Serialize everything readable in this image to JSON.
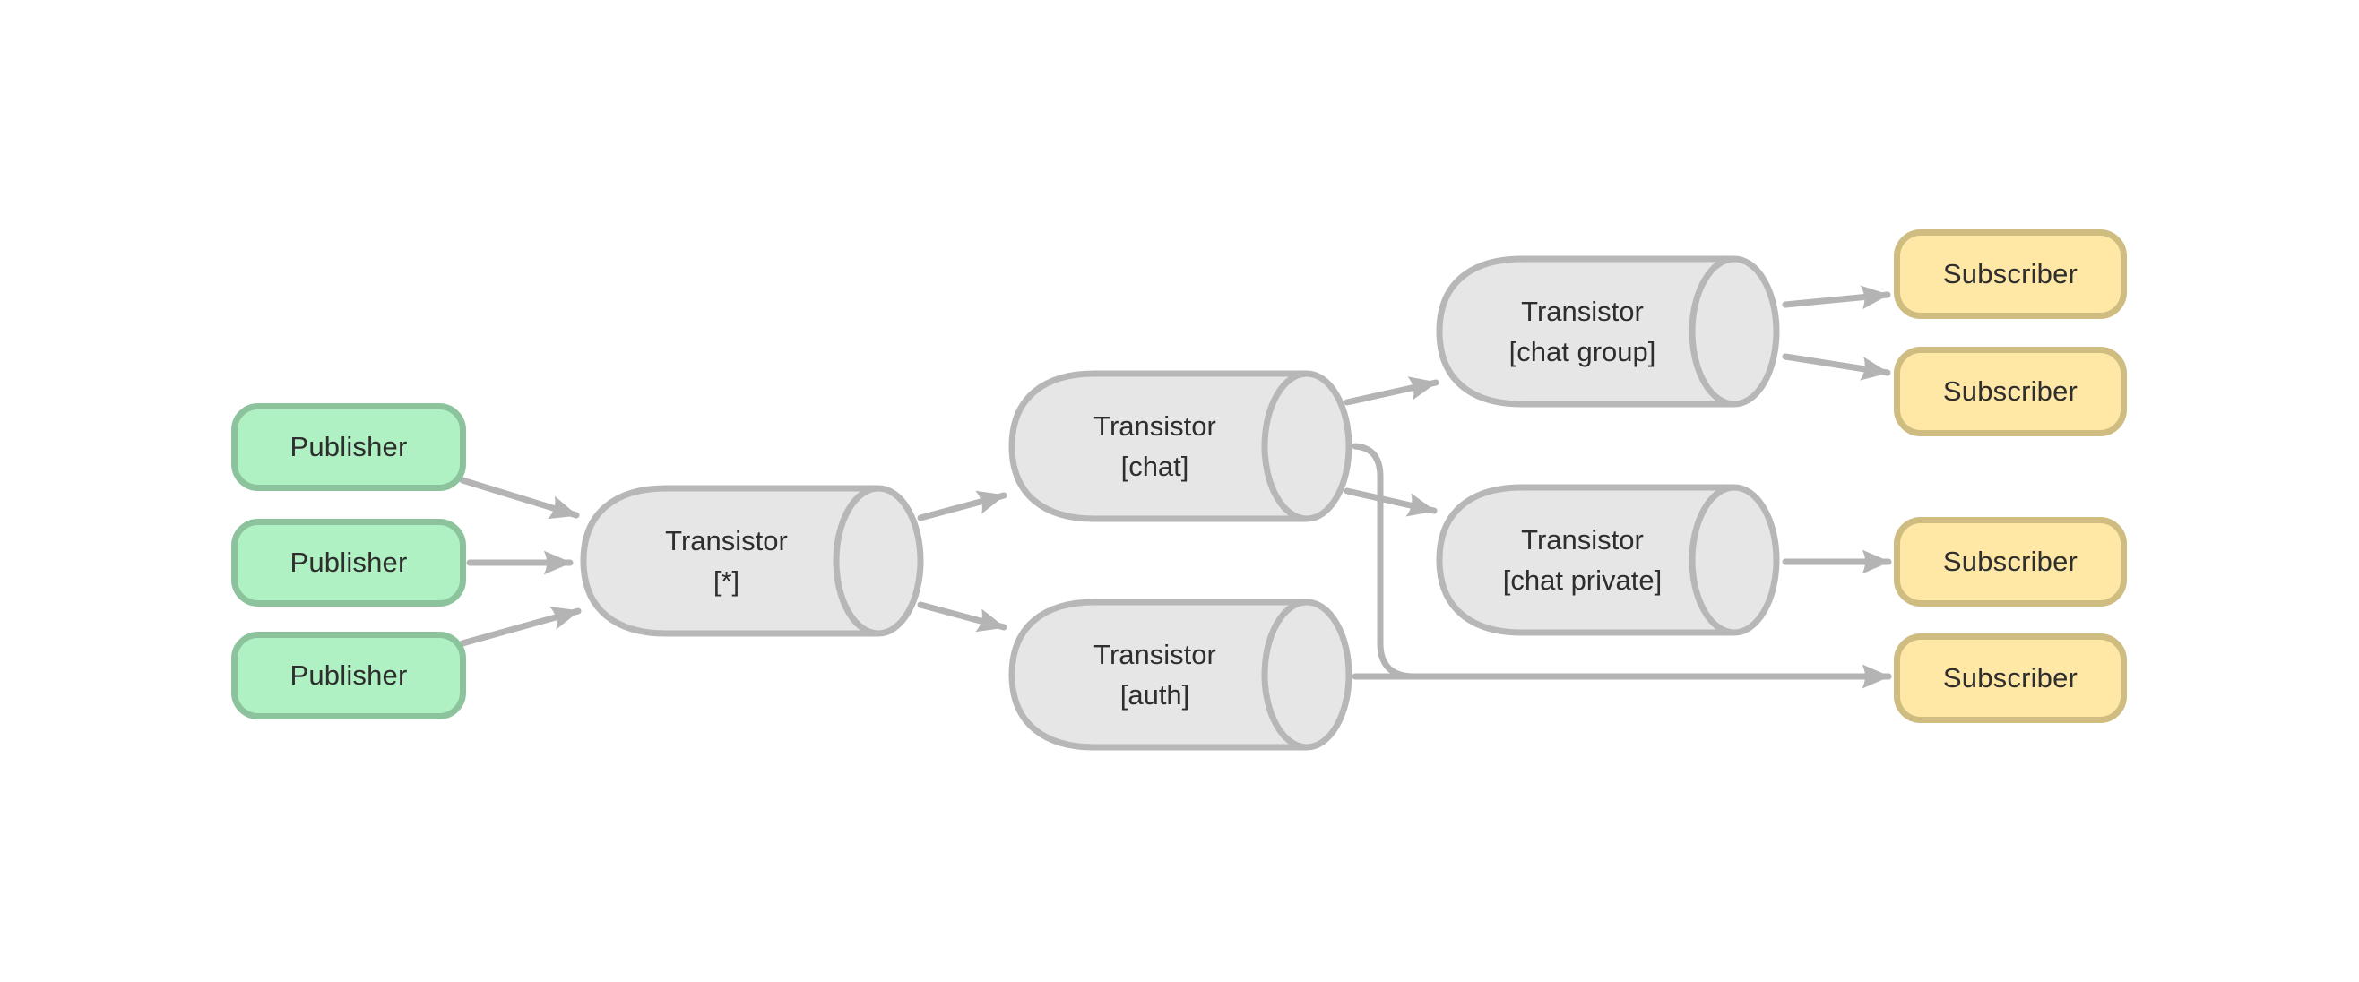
{
  "diagram": {
    "type": "message-broker-flow",
    "background": "#ffffff",
    "colors": {
      "publisher_fill": "#aff1c3",
      "publisher_border": "#8cc39c",
      "queue_fill": "#e6e6e6",
      "queue_border": "#b7b7b7",
      "subscriber_fill": "#ffe7a6",
      "subscriber_border": "#cfbc80",
      "edge": "#b4b4b4",
      "text": "#2e2e2e"
    },
    "publishers": [
      "Publisher",
      "Publisher",
      "Publisher"
    ],
    "queues": [
      {
        "id": "transistor-star",
        "title": "Transistor",
        "subtitle": "[*]"
      },
      {
        "id": "transistor-chat",
        "title": "Transistor",
        "subtitle": "[chat]"
      },
      {
        "id": "transistor-auth",
        "title": "Transistor",
        "subtitle": "[auth]"
      },
      {
        "id": "transistor-chat-group",
        "title": "Transistor",
        "subtitle": "[chat group]"
      },
      {
        "id": "transistor-chat-private",
        "title": "Transistor",
        "subtitle": "[chat private]"
      }
    ],
    "subscribers": [
      "Subscriber",
      "Subscriber",
      "Subscriber",
      "Subscriber"
    ],
    "edges": [
      {
        "from": "publisher-1",
        "to": "transistor-star"
      },
      {
        "from": "publisher-2",
        "to": "transistor-star"
      },
      {
        "from": "publisher-3",
        "to": "transistor-star"
      },
      {
        "from": "transistor-star",
        "to": "transistor-chat"
      },
      {
        "from": "transistor-star",
        "to": "transistor-auth"
      },
      {
        "from": "transistor-chat",
        "to": "transistor-chat-group"
      },
      {
        "from": "transistor-chat",
        "to": "transistor-chat-private"
      },
      {
        "from": "transistor-chat",
        "to": "subscriber-4"
      },
      {
        "from": "transistor-auth",
        "to": "subscriber-4"
      },
      {
        "from": "transistor-chat-group",
        "to": "subscriber-1"
      },
      {
        "from": "transistor-chat-group",
        "to": "subscriber-2"
      },
      {
        "from": "transistor-chat-private",
        "to": "subscriber-3"
      }
    ]
  }
}
